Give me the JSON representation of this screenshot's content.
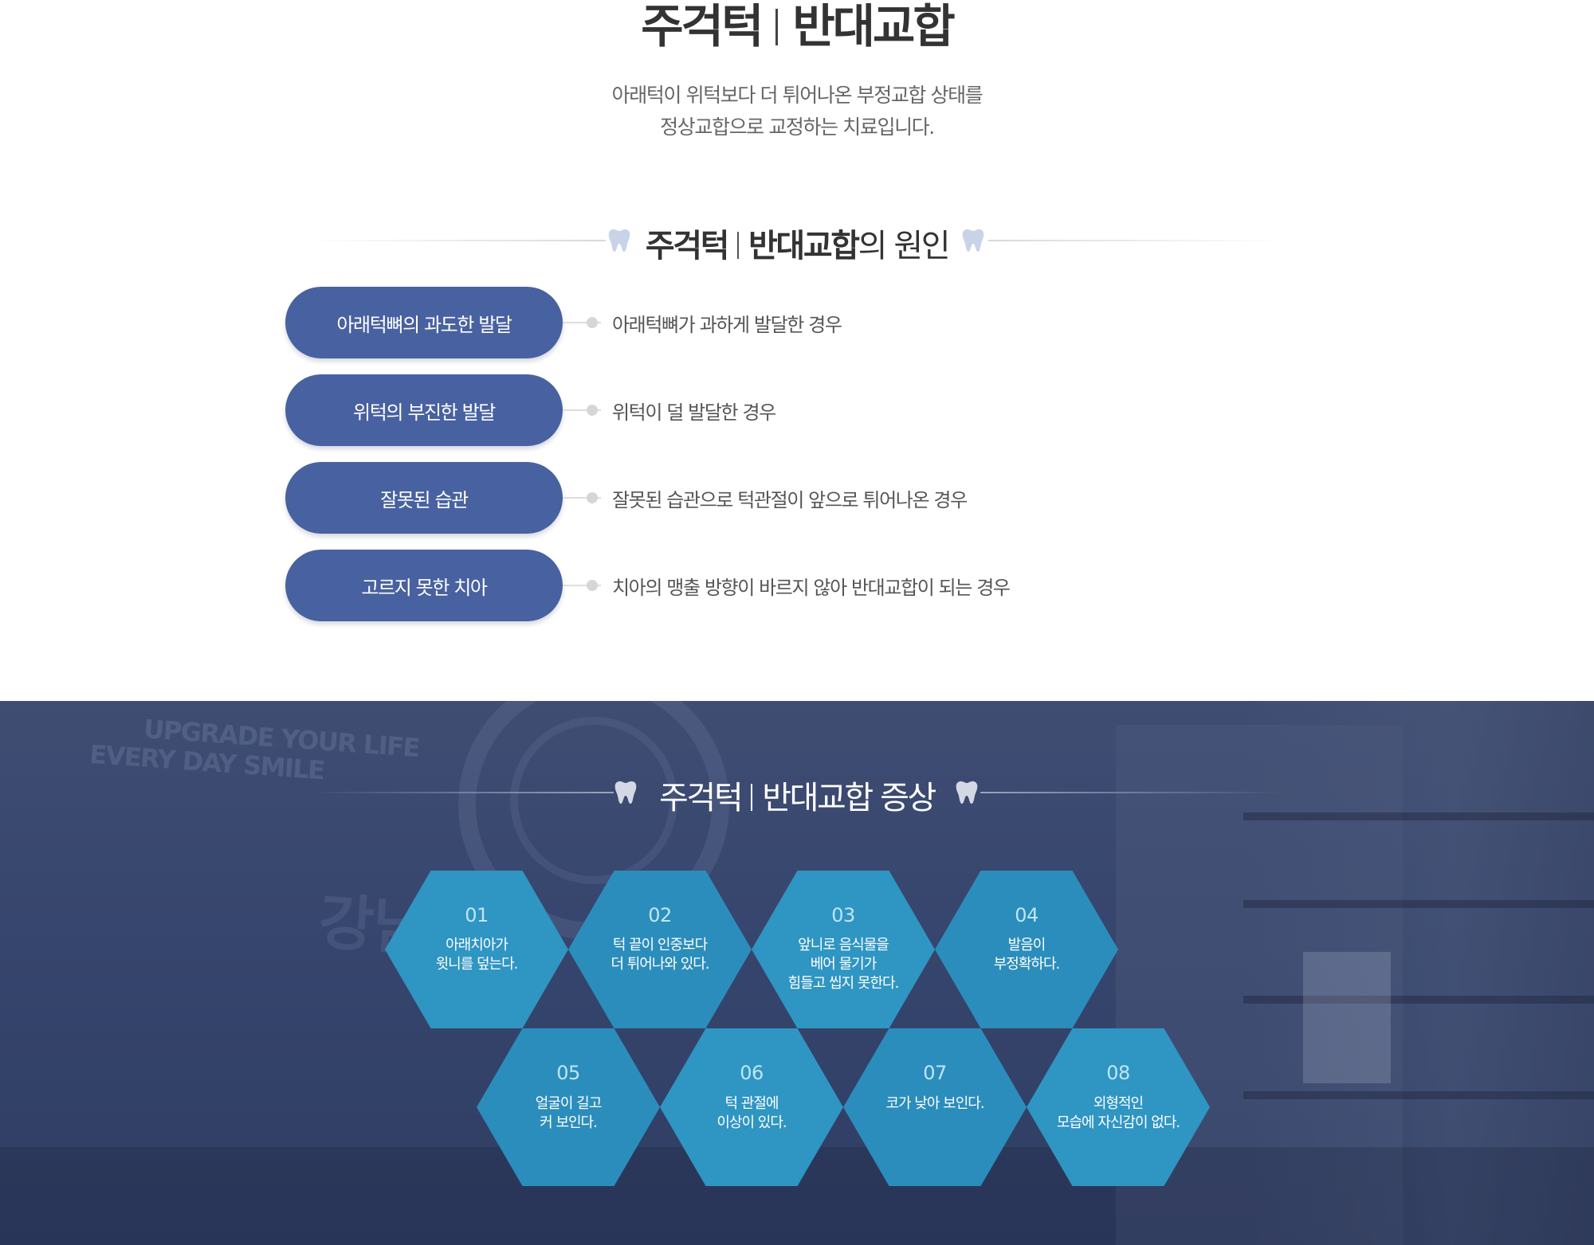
{
  "hero": {
    "title_a": "주걱턱",
    "title_b": "반대교합",
    "desc_line1": "아래턱이 위턱보다 더 튀어나온 부정교합 상태를",
    "desc_line2": "정상교합으로 교정하는 치료입니다."
  },
  "cause_section": {
    "title_a": "주걱턱",
    "title_b": "반대교합",
    "title_suffix": "의 원인",
    "items": [
      {
        "label": "아래턱뼈의 과도한 발달",
        "desc": "아래턱뼈가 과하게 발달한 경우"
      },
      {
        "label": "위턱의 부진한 발달",
        "desc": "위턱이 덜 발달한 경우"
      },
      {
        "label": "잘못된 습관",
        "desc": "잘못된 습관으로 턱관절이 앞으로 튀어나온 경우"
      },
      {
        "label": "고르지 못한 치아",
        "desc": "치아의 맹출 방향이 바르지 않아 반대교합이 되는 경우"
      }
    ]
  },
  "symptom_section": {
    "title_a": "주걱턱",
    "title_b": "반대교합 증상",
    "background_text": [
      "UPGRADE YOUR LIFE",
      "EVERY DAY SMILE",
      "강남"
    ],
    "items": [
      {
        "num": "01",
        "text": "아래치아가\n윗니를 덮는다."
      },
      {
        "num": "02",
        "text": "턱 끝이 인중보다\n더 튀어나와 있다."
      },
      {
        "num": "03",
        "text": "앞니로 음식물을\n베어 물기가\n힘들고 씹지 못한다."
      },
      {
        "num": "04",
        "text": "발음이\n부정확하다."
      },
      {
        "num": "05",
        "text": "얼굴이 길고\n커 보인다."
      },
      {
        "num": "06",
        "text": "턱 관절에\n이상이 있다."
      },
      {
        "num": "07",
        "text": "코가 낮아 보인다."
      },
      {
        "num": "08",
        "text": "외형적인\n모습에 자신감이 없다."
      }
    ]
  },
  "colors": {
    "pill": "#4861a0",
    "hexagon": "#2f95c3",
    "band": "#34446c"
  },
  "icons": [
    "tooth-icon"
  ]
}
